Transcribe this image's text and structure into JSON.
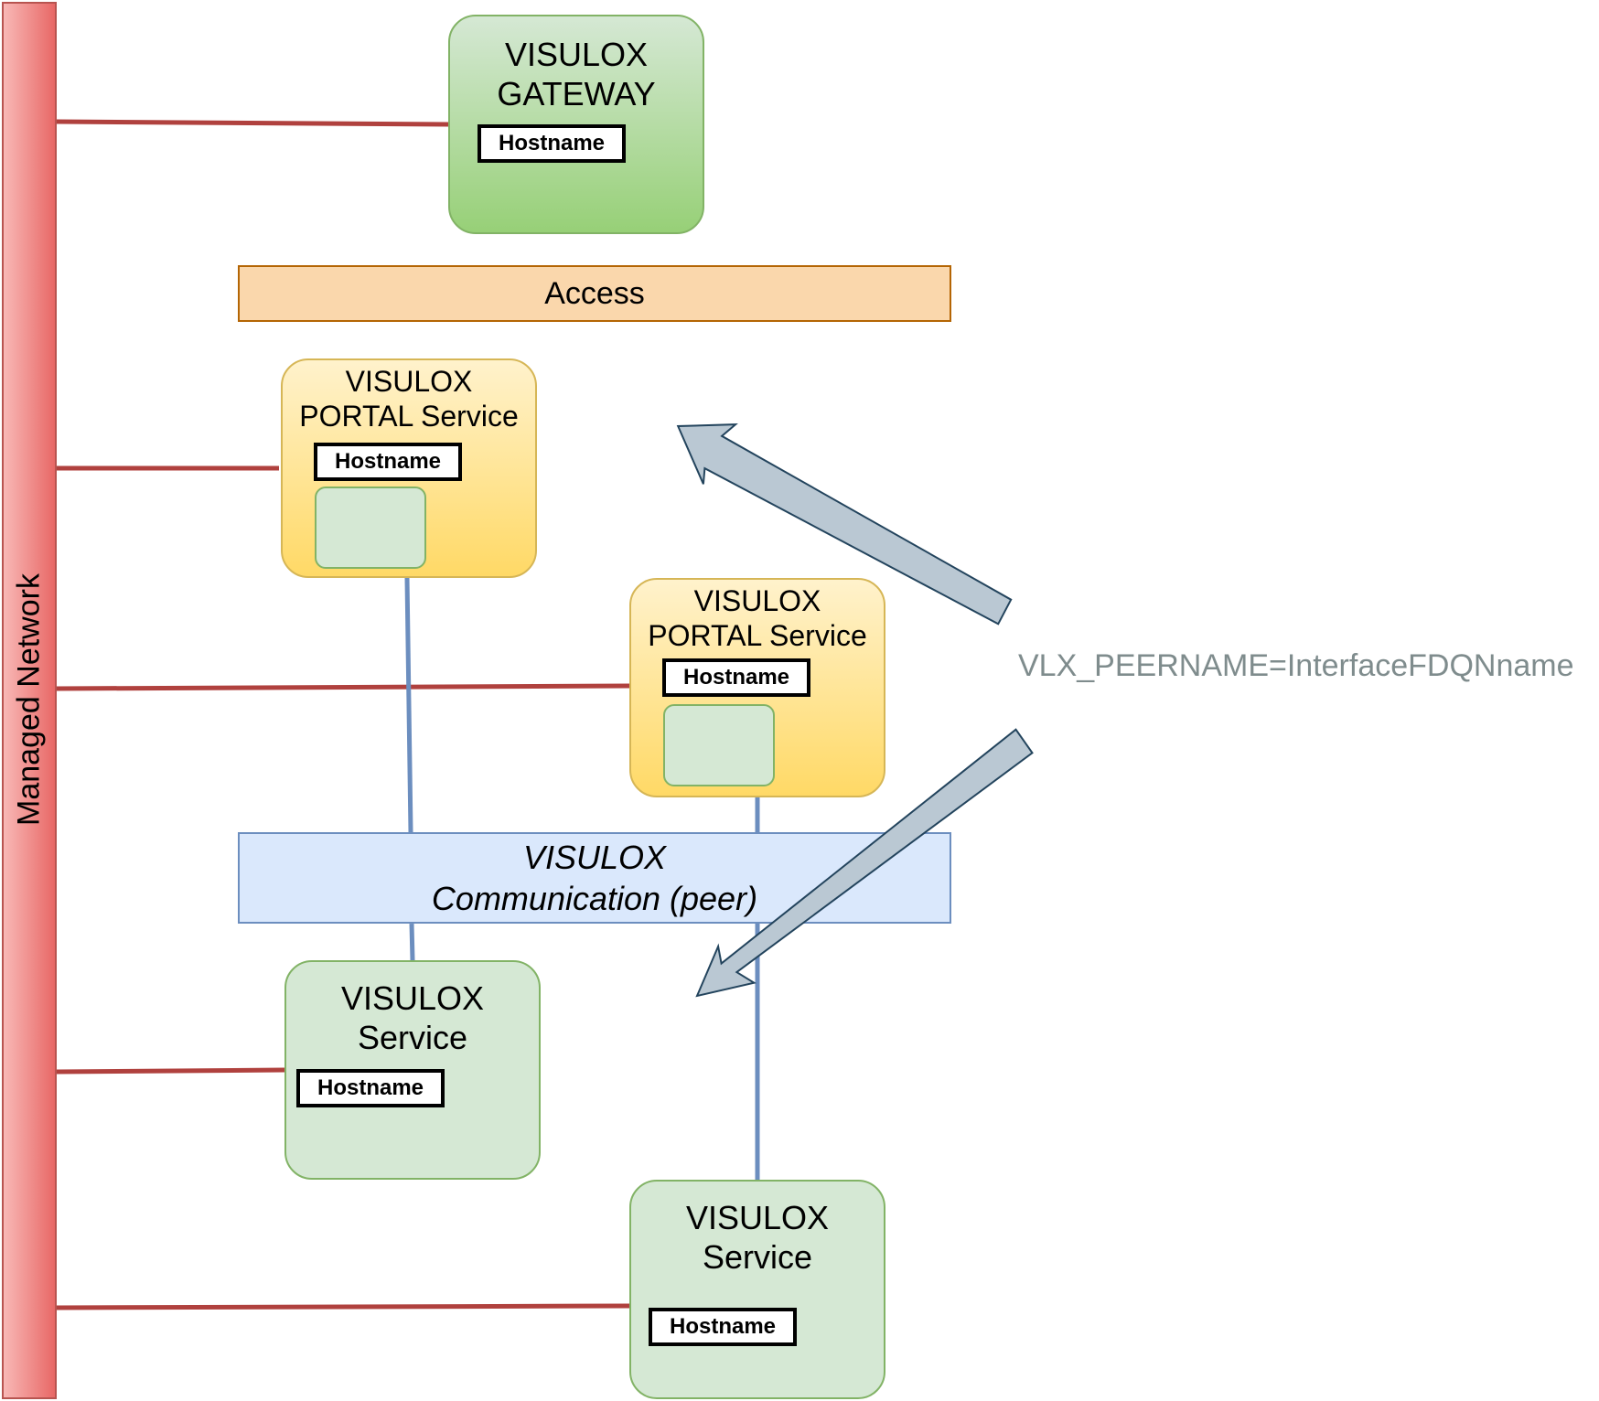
{
  "network": {
    "label": "Managed Network",
    "color": "#b85450"
  },
  "gateway": {
    "title_line1": "VISULOX",
    "title_line2": "GATEWAY",
    "hostname": "Hostname"
  },
  "access": {
    "label": "Access"
  },
  "portal_1": {
    "title_line1": "VISULOX",
    "title_line2": "PORTAL Service",
    "hostname": "Hostname"
  },
  "portal_2": {
    "title_line1": "VISULOX",
    "title_line2": "PORTAL Service",
    "hostname": "Hostname"
  },
  "communication": {
    "line1": "VISULOX",
    "line2": "Communication (peer)"
  },
  "service_1": {
    "title_line1": "VISULOX",
    "title_line2": "Service",
    "hostname": "Hostname"
  },
  "service_2": {
    "title_line1": "VISULOX",
    "title_line2": "Service",
    "hostname": "Hostname"
  },
  "peer_annotation": {
    "label": "VLX_PEERNAME=InterfaceFDQNname"
  },
  "colors": {
    "network_link": "#b0413e",
    "peer_link": "#6c8ebf",
    "arrow_fill": "#bac8d3",
    "arrow_stroke": "#23445d"
  }
}
